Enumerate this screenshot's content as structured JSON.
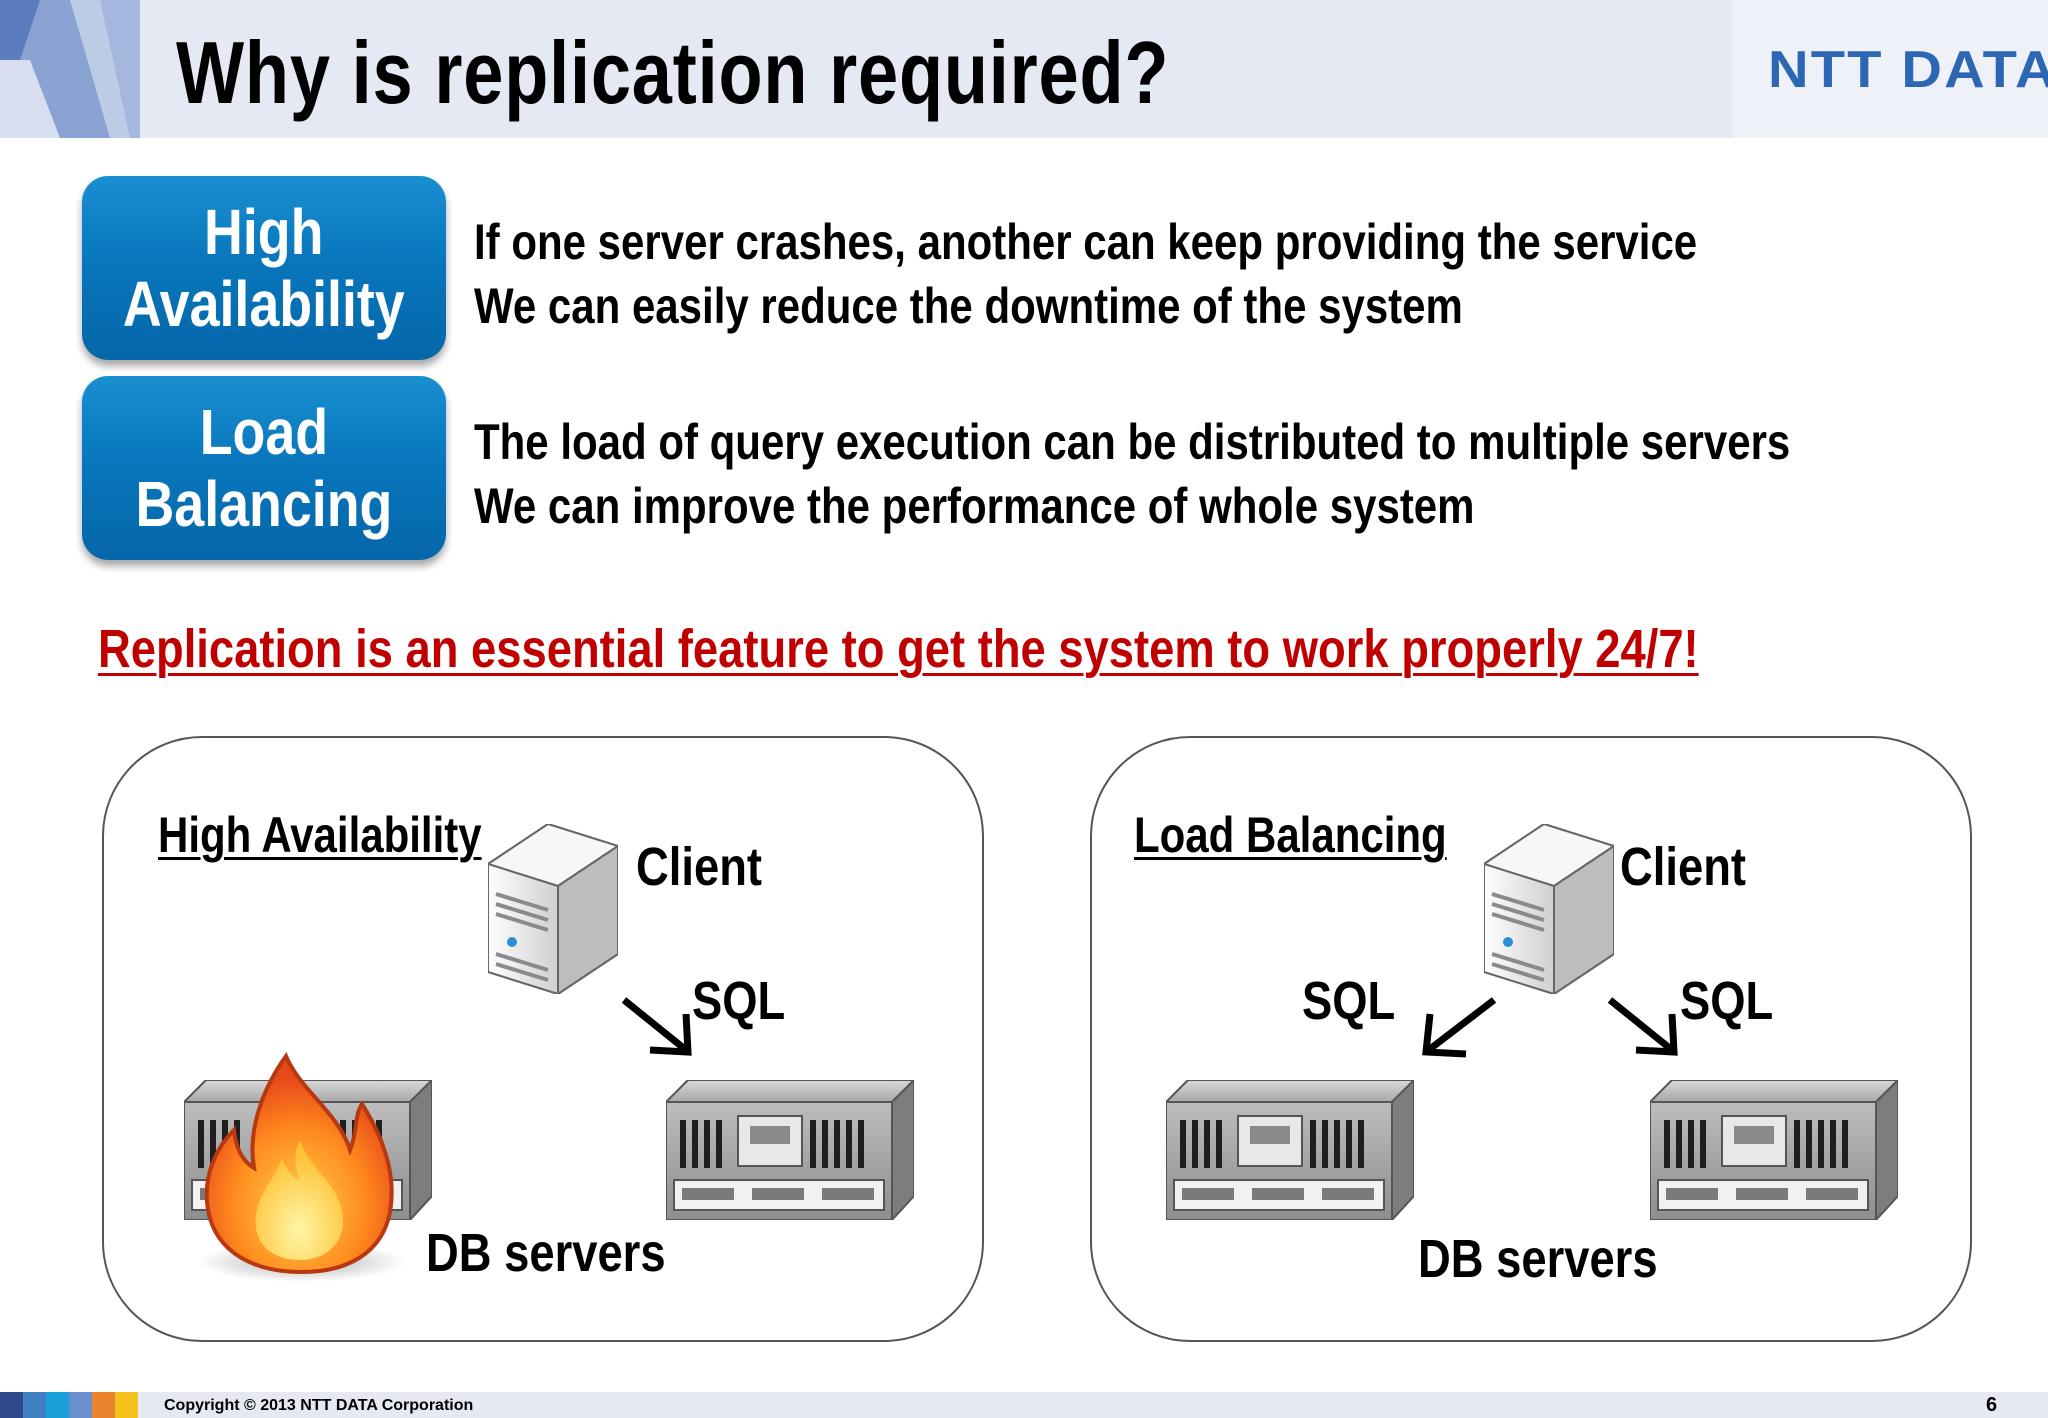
{
  "header": {
    "title": "Why is replication required?",
    "logo_text": "NTT DATA"
  },
  "features": [
    {
      "badge_lines": [
        "High",
        "Availability"
      ],
      "description_lines": [
        "If one server crashes, another can keep providing the service",
        "We can easily reduce the downtime of the system"
      ]
    },
    {
      "badge_lines": [
        "Load",
        "Balancing"
      ],
      "description_lines": [
        "The load of query execution can be distributed to multiple servers",
        "We can improve the performance of whole system"
      ]
    }
  ],
  "emphasis": "Replication is an essential feature to get the system to work properly 24/7!",
  "diagrams": {
    "high_availability": {
      "title": "High Availability",
      "client_label": "Client",
      "sql_label": "SQL",
      "servers_label": "DB servers",
      "icons": [
        "client-computer-icon",
        "fire-icon",
        "db-server-icon"
      ]
    },
    "load_balancing": {
      "title": "Load Balancing",
      "client_label": "Client",
      "sql_left_label": "SQL",
      "sql_right_label": "SQL",
      "servers_label": "DB servers",
      "icons": [
        "client-computer-icon",
        "db-server-icon"
      ]
    }
  },
  "footer": {
    "copyright": "Copyright © 2013 NTT DATA Corporation",
    "page_number": "6"
  },
  "colors": {
    "badge_blue": "#0977bd",
    "emphasis_red": "#c00000",
    "logo_blue": "#2d66b3"
  }
}
